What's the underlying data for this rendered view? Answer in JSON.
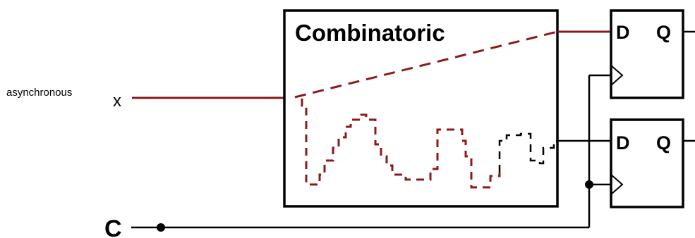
{
  "block": {
    "title": "Combinatoric"
  },
  "inputs": {
    "async_label": "asynchronous",
    "x_label": "x",
    "clock_label": "C"
  },
  "flipflop_top": {
    "d_label": "D",
    "q_label": "Q"
  },
  "flipflop_bottom": {
    "d_label": "D",
    "q_label": "Q"
  },
  "colors": {
    "signal": "#8b1a1a",
    "wire": "#000000",
    "background": "#ffffff"
  }
}
